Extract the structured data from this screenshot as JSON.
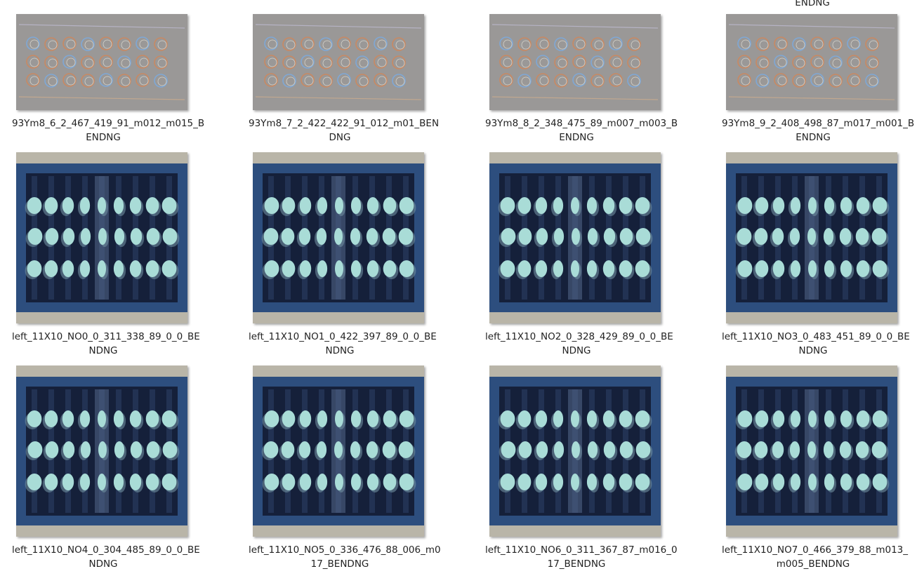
{
  "overflow_label": "ENDNG",
  "files": [
    {
      "row": 0,
      "col": 0,
      "style": "relief",
      "l1": "93Ym8_6_2_467_419_91_m012_m015_B",
      "l2": "ENDNG"
    },
    {
      "row": 0,
      "col": 1,
      "style": "relief",
      "l1": "93Ym8_7_2_422_422_91_012_m01_BEN",
      "l2": "DNG"
    },
    {
      "row": 0,
      "col": 2,
      "style": "relief",
      "l1": "93Ym8_8_2_348_475_89_m007_m003_B",
      "l2": "ENDNG"
    },
    {
      "row": 0,
      "col": 3,
      "style": "relief",
      "l1": "93Ym8_9_2_408_498_87_m017_m001_B",
      "l2": "ENDNG"
    },
    {
      "row": 1,
      "col": 0,
      "style": "box",
      "l1": "left_11X10_NO0_0_311_338_89_0_0_BE",
      "l2": "NDNG"
    },
    {
      "row": 1,
      "col": 1,
      "style": "box",
      "l1": "left_11X10_NO1_0_422_397_89_0_0_BE",
      "l2": "NDNG"
    },
    {
      "row": 1,
      "col": 2,
      "style": "box",
      "l1": "left_11X10_NO2_0_328_429_89_0_0_BE",
      "l2": "NDNG"
    },
    {
      "row": 1,
      "col": 3,
      "style": "box",
      "l1": "left_11X10_NO3_0_483_451_89_0_0_BE",
      "l2": "NDNG"
    },
    {
      "row": 2,
      "col": 0,
      "style": "box",
      "l1": "left_11X10_NO4_0_304_485_89_0_0_BE",
      "l2": "NDNG"
    },
    {
      "row": 2,
      "col": 1,
      "style": "box",
      "l1": "left_11X10_NO5_0_336_476_88_006_m0",
      "l2": "17_BENDNG"
    },
    {
      "row": 2,
      "col": 2,
      "style": "box",
      "l1": "left_11X10_NO6_0_311_367_87_m016_0",
      "l2": "17_BENDNG"
    },
    {
      "row": 2,
      "col": 3,
      "style": "box",
      "l1": "left_11X10_NO7_0_466_379_88_m013_",
      "l2": "m005_BENDNG"
    }
  ],
  "colors": {
    "relief_bg": "#9a9897",
    "box_frame": "#2d4e7e",
    "box_inner": "#15203a",
    "peg": "#a9dcd7",
    "wall": "#b9b5a8"
  }
}
